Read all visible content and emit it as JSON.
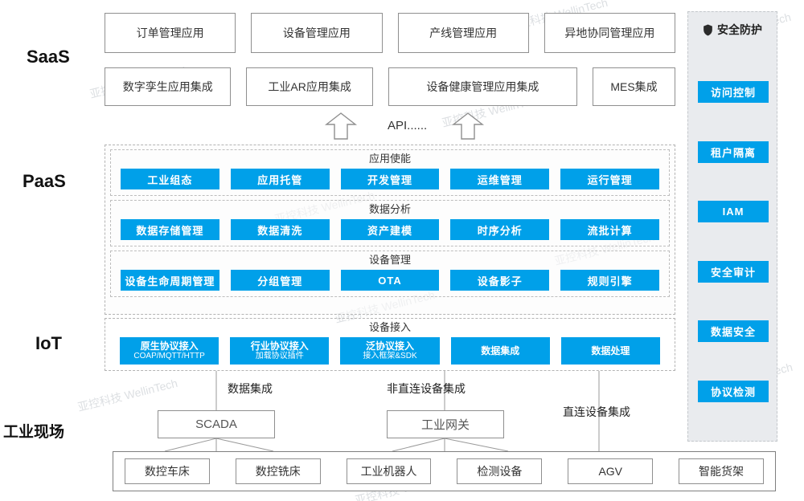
{
  "watermark": "亚控科技 WellinTech",
  "labels": {
    "saas": "SaaS",
    "paas": "PaaS",
    "iot": "IoT",
    "field": "工业现场",
    "api": "API......"
  },
  "saas": {
    "row1": [
      "订单管理应用",
      "设备管理应用",
      "产线管理应用",
      "异地协同管理应用"
    ],
    "row2": [
      "数字孪生应用集成",
      "工业AR应用集成",
      "设备健康管理应用集成",
      "MES集成"
    ]
  },
  "paas": {
    "sections": [
      {
        "title": "应用使能",
        "items": [
          "工业组态",
          "应用托管",
          "开发管理",
          "运维管理",
          "运行管理"
        ]
      },
      {
        "title": "数据分析",
        "items": [
          "数据存储管理",
          "数据清洗",
          "资产建模",
          "时序分析",
          "流批计算"
        ]
      },
      {
        "title": "设备管理",
        "items": [
          "设备生命周期管理",
          "分组管理",
          "OTA",
          "设备影子",
          "规则引擎"
        ]
      }
    ]
  },
  "iot": {
    "title": "设备接入",
    "items": [
      {
        "title": "原生协议接入",
        "sub": "COAP/MQTT/HTTP"
      },
      {
        "title": "行业协议接入",
        "sub": "加载协议插件"
      },
      {
        "title": "泛协议接入",
        "sub": "接入框架&SDK"
      },
      {
        "title": "数据集成",
        "sub": ""
      },
      {
        "title": "数据处理",
        "sub": ""
      }
    ]
  },
  "connectors": {
    "label_left": "数据集成",
    "label_mid": "非直连设备集成",
    "label_right": "直连设备集成",
    "scada": "SCADA",
    "gateway": "工业网关"
  },
  "field_devices": [
    "数控车床",
    "数控铣床",
    "工业机器人",
    "检测设备",
    "AGV",
    "智能货架"
  ],
  "security": {
    "title": "安全防护",
    "items": [
      "访问控制",
      "租户隔离",
      "IAM",
      "安全审计",
      "数据安全",
      "协议检测"
    ]
  },
  "colors": {
    "accent": "#00a0e9",
    "panel": "#e9ebee"
  }
}
